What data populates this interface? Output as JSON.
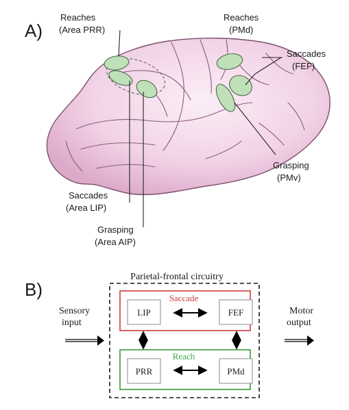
{
  "panel_a": {
    "label": "A)",
    "areas": {
      "prr": {
        "name": "Reaches",
        "area": "(Area PRR)"
      },
      "pmd": {
        "name": "Reaches",
        "area": "(PMd)"
      },
      "fef": {
        "name": "Saccades",
        "area": "(FEF)"
      },
      "pmv": {
        "name": "Grasping",
        "area": "(PMv)"
      },
      "lip": {
        "name": "Saccades",
        "area": "(Area LIP)"
      },
      "aip": {
        "name": "Grasping",
        "area": "(Area AIP)"
      }
    }
  },
  "panel_b": {
    "label": "B)",
    "circuit_title": "Parietal-frontal circuitry",
    "input": {
      "line1": "Sensory",
      "line2": "input"
    },
    "output": {
      "line1": "Motor",
      "line2": "output"
    },
    "saccade": {
      "label": "Saccade",
      "left": "LIP",
      "right": "FEF"
    },
    "reach": {
      "label": "Reach",
      "left": "PRR",
      "right": "PMd"
    }
  },
  "colors": {
    "brain_fill": "#f0cde4",
    "brain_stroke": "#7a4f6d",
    "sulcus": "#8a5a7c",
    "area_fill": "#bfe0b8",
    "area_stroke": "#4d6a4a",
    "saccade_box": "#d13b3b",
    "saccade_text": "#d13b3b",
    "reach_box": "#3a9a3a",
    "reach_text": "#3aa84a",
    "text": "#1a1a1a"
  }
}
